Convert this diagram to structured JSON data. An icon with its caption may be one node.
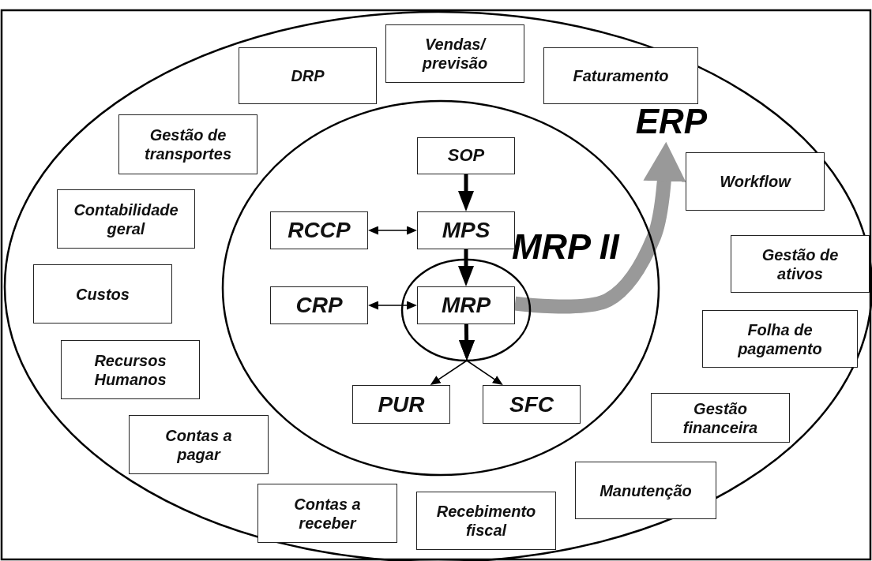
{
  "diagram": {
    "nodes": [
      {
        "text": [],
        "shape": "ellipse"
      },
      {
        "text": [
          "Vendas/ previsão"
        ],
        "in": 0
      },
      {
        "text": [
          "DRP"
        ],
        "in": 0
      },
      {
        "text": [
          "Faturamento"
        ],
        "in": 0
      },
      {
        "text": [
          "ERP"
        ],
        "in": 0
      },
      {
        "text": [
          "Gestão de transportes"
        ],
        "in": 0
      },
      {
        "text": [
          "MRP II"
        ],
        "in": 0
      },
      {
        "text": [
          "SOP"
        ],
        "in": 6
      },
      {
        "text": [
          "Workflow"
        ],
        "in": 0
      },
      {
        "text": [
          "Contabilidade geral"
        ],
        "in": 0
      },
      {
        "text": [
          "RCCP"
        ],
        "in": 6
      },
      {
        "text": [
          "MPS"
        ],
        "in": 6
      },
      {
        "text": [
          "Gestão de ativos"
        ],
        "in": 0
      },
      {
        "text": [
          "Custos"
        ],
        "in": 0
      },
      {
        "text": [],
        "shape": "ellipse",
        "in": 6
      },
      {
        "text": [
          "CRP"
        ],
        "in": 6
      },
      {
        "text": [
          "MRP"
        ],
        "in": 14
      },
      {
        "text": [
          "Folha de pagamento"
        ],
        "in": 0
      },
      {
        "text": [
          "Recursos Humanos"
        ],
        "in": 0
      },
      {
        "text": [
          "PUR"
        ],
        "in": 6
      },
      {
        "text": [
          "SFC"
        ],
        "in": 6
      },
      {
        "text": [
          "Gestão financeira"
        ],
        "in": 0
      },
      {
        "text": [
          "Contas a pagar"
        ],
        "in": 0
      },
      {
        "text": [
          "Manutenção"
        ],
        "in": 0
      },
      {
        "text": [
          "Contas a receber"
        ],
        "in": 0
      },
      {
        "text": [
          "Recebimento fiscal"
        ],
        "in": 0
      }
    ],
    "edges": [
      {
        "from": 7,
        "to": 11,
        "arrow": "to",
        "style": "thick"
      },
      {
        "from": 11,
        "to": 16,
        "arrow": "to",
        "style": "thick"
      },
      {
        "from": 10,
        "to": 11,
        "arrow": "both"
      },
      {
        "from": 15,
        "to": 16,
        "arrow": "both"
      },
      {
        "from": 16,
        "to": 19,
        "arrow": "to"
      },
      {
        "from": 16,
        "to": 20,
        "arrow": "to"
      },
      {
        "from": 16,
        "to": 4,
        "arrow": "to",
        "style": "thick",
        "color": "#999999"
      }
    ]
  }
}
